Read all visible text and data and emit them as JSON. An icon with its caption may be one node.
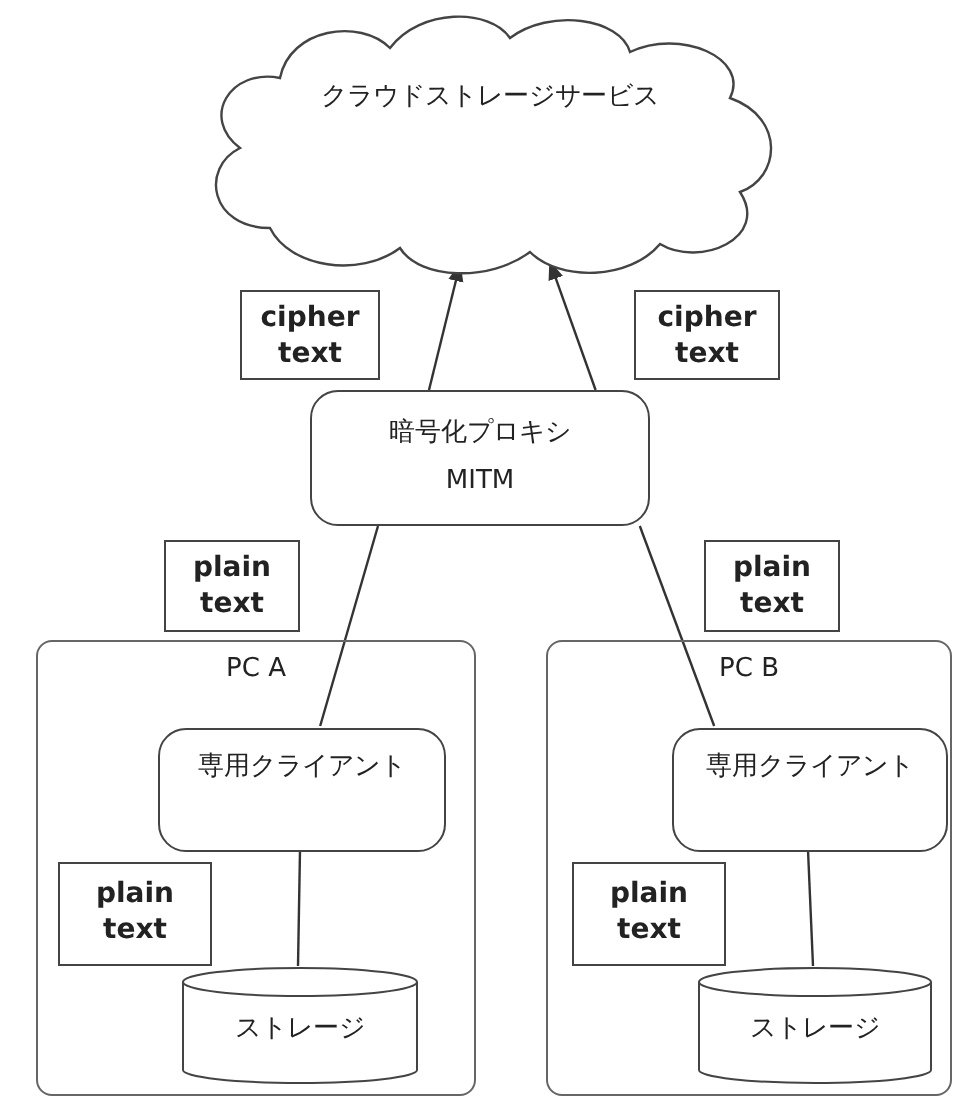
{
  "diagram": {
    "nodes": [
      {
        "text": [
          "クラウドストレージサービス"
        ]
      },
      {
        "text": [
          "cipher text"
        ]
      },
      {
        "text": [
          "cipher text"
        ]
      },
      {
        "text": [
          "暗号化プロキシ",
          "MITM"
        ]
      },
      {
        "text": [
          "plain text"
        ]
      },
      {
        "text": [
          "plain text"
        ]
      },
      {
        "text": [
          "PC A"
        ]
      },
      {
        "text": [
          "専用クライアント"
        ],
        "in": 6
      },
      {
        "text": [
          "plain text"
        ],
        "in": 6
      },
      {
        "text": [
          "ストレージ"
        ],
        "in": 6
      },
      {
        "text": [
          "PC B"
        ]
      },
      {
        "text": [
          "専用クライアント"
        ],
        "in": 10
      },
      {
        "text": [
          "plain text"
        ],
        "in": 10
      },
      {
        "text": [
          "ストレージ"
        ],
        "in": 10
      }
    ],
    "edges": [
      {
        "from": 3,
        "to": 0,
        "arrow": "to"
      },
      {
        "from": 3,
        "to": 0,
        "arrow": "to"
      },
      {
        "from": 7,
        "to": 3,
        "arrow": "none"
      },
      {
        "from": 11,
        "to": 3,
        "arrow": "none"
      },
      {
        "from": 7,
        "to": 9,
        "arrow": "none"
      },
      {
        "from": 11,
        "to": 13,
        "arrow": "none"
      }
    ]
  }
}
